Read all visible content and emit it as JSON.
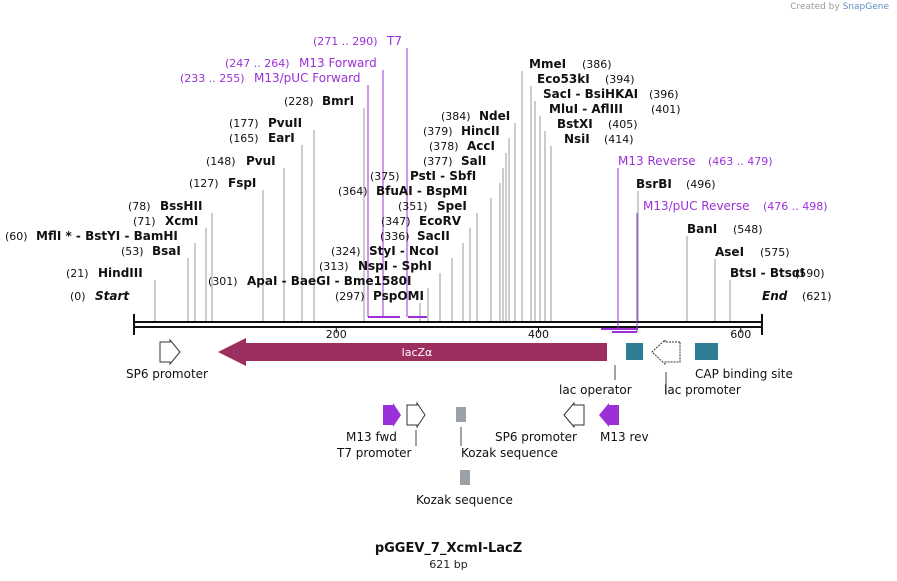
{
  "credit": {
    "prefix": "Created by ",
    "brand": "SnapGene"
  },
  "title": "pGGEV_7_XcmI-LacZ",
  "subtitle": "621 bp",
  "colors": {
    "primer": "#9b30d9",
    "feature_teal": "#2e7f96",
    "lacz": "#9c2f5f",
    "kozak": "#9aa0a6",
    "text": "#111111"
  },
  "sequence": {
    "length": 621,
    "ticks": [
      200,
      400,
      600
    ]
  },
  "enzymes": [
    {
      "name": "Start",
      "pos": "(0)",
      "italic": true
    },
    {
      "name": "HindIII",
      "pos": "(21)"
    },
    {
      "name": "BsaI",
      "pos": "(53)"
    },
    {
      "name": "MflI * - BstYI - BamHI",
      "pos": "(60)"
    },
    {
      "name": "XcmI",
      "pos": "(71)"
    },
    {
      "name": "BssHII",
      "pos": "(78)"
    },
    {
      "name": "FspI",
      "pos": "(127)"
    },
    {
      "name": "PvuI",
      "pos": "(148)"
    },
    {
      "name": "EarI",
      "pos": "(165)"
    },
    {
      "name": "PvuII",
      "pos": "(177)"
    },
    {
      "name": "BmrI",
      "pos": "(228)"
    },
    {
      "name": "PspOMI",
      "pos": "(297)"
    },
    {
      "name": "ApaI - BaeGI - Bme1580I",
      "pos": "(301)"
    },
    {
      "name": "NspI - SphI",
      "pos": "(313)"
    },
    {
      "name": "StyI - NcoI",
      "pos": "(324)"
    },
    {
      "name": "SacII",
      "pos": "(336)"
    },
    {
      "name": "EcoRV",
      "pos": "(347)"
    },
    {
      "name": "SpeI",
      "pos": "(351)"
    },
    {
      "name": "BfuAI - BspMI",
      "pos": "(364)"
    },
    {
      "name": "PstI - SbfI",
      "pos": "(375)"
    },
    {
      "name": "SalI",
      "pos": "(377)"
    },
    {
      "name": "AccI",
      "pos": "(378)"
    },
    {
      "name": "HincII",
      "pos": "(379)"
    },
    {
      "name": "NdeI",
      "pos": "(384)"
    },
    {
      "name": "MmeI",
      "pos": "(386)"
    },
    {
      "name": "Eco53kI",
      "pos": "(394)"
    },
    {
      "name": "SacI - BsiHKAI",
      "pos": "(396)"
    },
    {
      "name": "MluI - AflIII",
      "pos": "(401)"
    },
    {
      "name": "BstXI",
      "pos": "(405)"
    },
    {
      "name": "NsiI",
      "pos": "(414)"
    },
    {
      "name": "BsrBI",
      "pos": "(496)"
    },
    {
      "name": "BanI",
      "pos": "(548)"
    },
    {
      "name": "AseI",
      "pos": "(575)"
    },
    {
      "name": "BtsI - BtsαI",
      "pos": "(590)"
    },
    {
      "name": "End",
      "pos": "(621)",
      "italic": true
    }
  ],
  "primers": [
    {
      "name": "T7",
      "range": "(271 .. 290)"
    },
    {
      "name": "M13 Forward",
      "range": "(247 .. 264)"
    },
    {
      "name": "M13/pUC Forward",
      "range": "(233 .. 255)"
    },
    {
      "name": "M13 Reverse",
      "range": "(463 .. 479)"
    },
    {
      "name": "M13/pUC Reverse",
      "range": "(476 .. 498)"
    }
  ],
  "features": {
    "sp6_promoter_top": "SP6 promoter",
    "lacz": "lacZα",
    "lac_operator": "lac operator",
    "lac_promoter": "lac promoter",
    "cap_site": "CAP binding site",
    "m13_fwd": "M13 fwd",
    "t7_promoter": "T7 promoter",
    "kozak_1": "Kozak sequence",
    "sp6_promoter_bottom": "SP6 promoter",
    "m13_rev": "M13 rev",
    "kozak_2": "Kozak sequence"
  }
}
